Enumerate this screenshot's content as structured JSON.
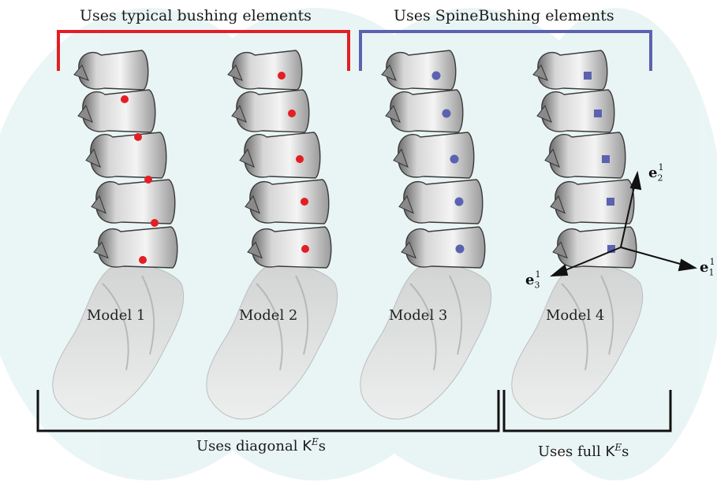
{
  "header": {
    "left_title": "Uses typical bushing elements",
    "right_title": "Uses SpineBushing elements"
  },
  "colors": {
    "bushing_red": "#e31e24",
    "spinebushing_blue": "#5b62b0",
    "bone_fill": "#d8d8d8",
    "halo": "#e3f2f2"
  },
  "models": [
    {
      "label": "Model 1",
      "marker": "red-dot"
    },
    {
      "label": "Model 2",
      "marker": "red-dot"
    },
    {
      "label": "Model 3",
      "marker": "blue-dot"
    },
    {
      "label": "Model 4",
      "marker": "blue-square"
    }
  ],
  "footer": {
    "left_prefix": "Uses diagonal ",
    "left_symbol": "K",
    "left_sup": "E",
    "left_suffix": "s",
    "right_prefix": "Uses full ",
    "right_symbol": "K",
    "right_sup": "E",
    "right_suffix": "s"
  },
  "axes": {
    "e1": {
      "base": "e",
      "sub": "1",
      "sup": "1"
    },
    "e2": {
      "base": "e",
      "sub": "2",
      "sup": "1"
    },
    "e3": {
      "base": "e",
      "sub": "3",
      "sup": "1"
    }
  }
}
